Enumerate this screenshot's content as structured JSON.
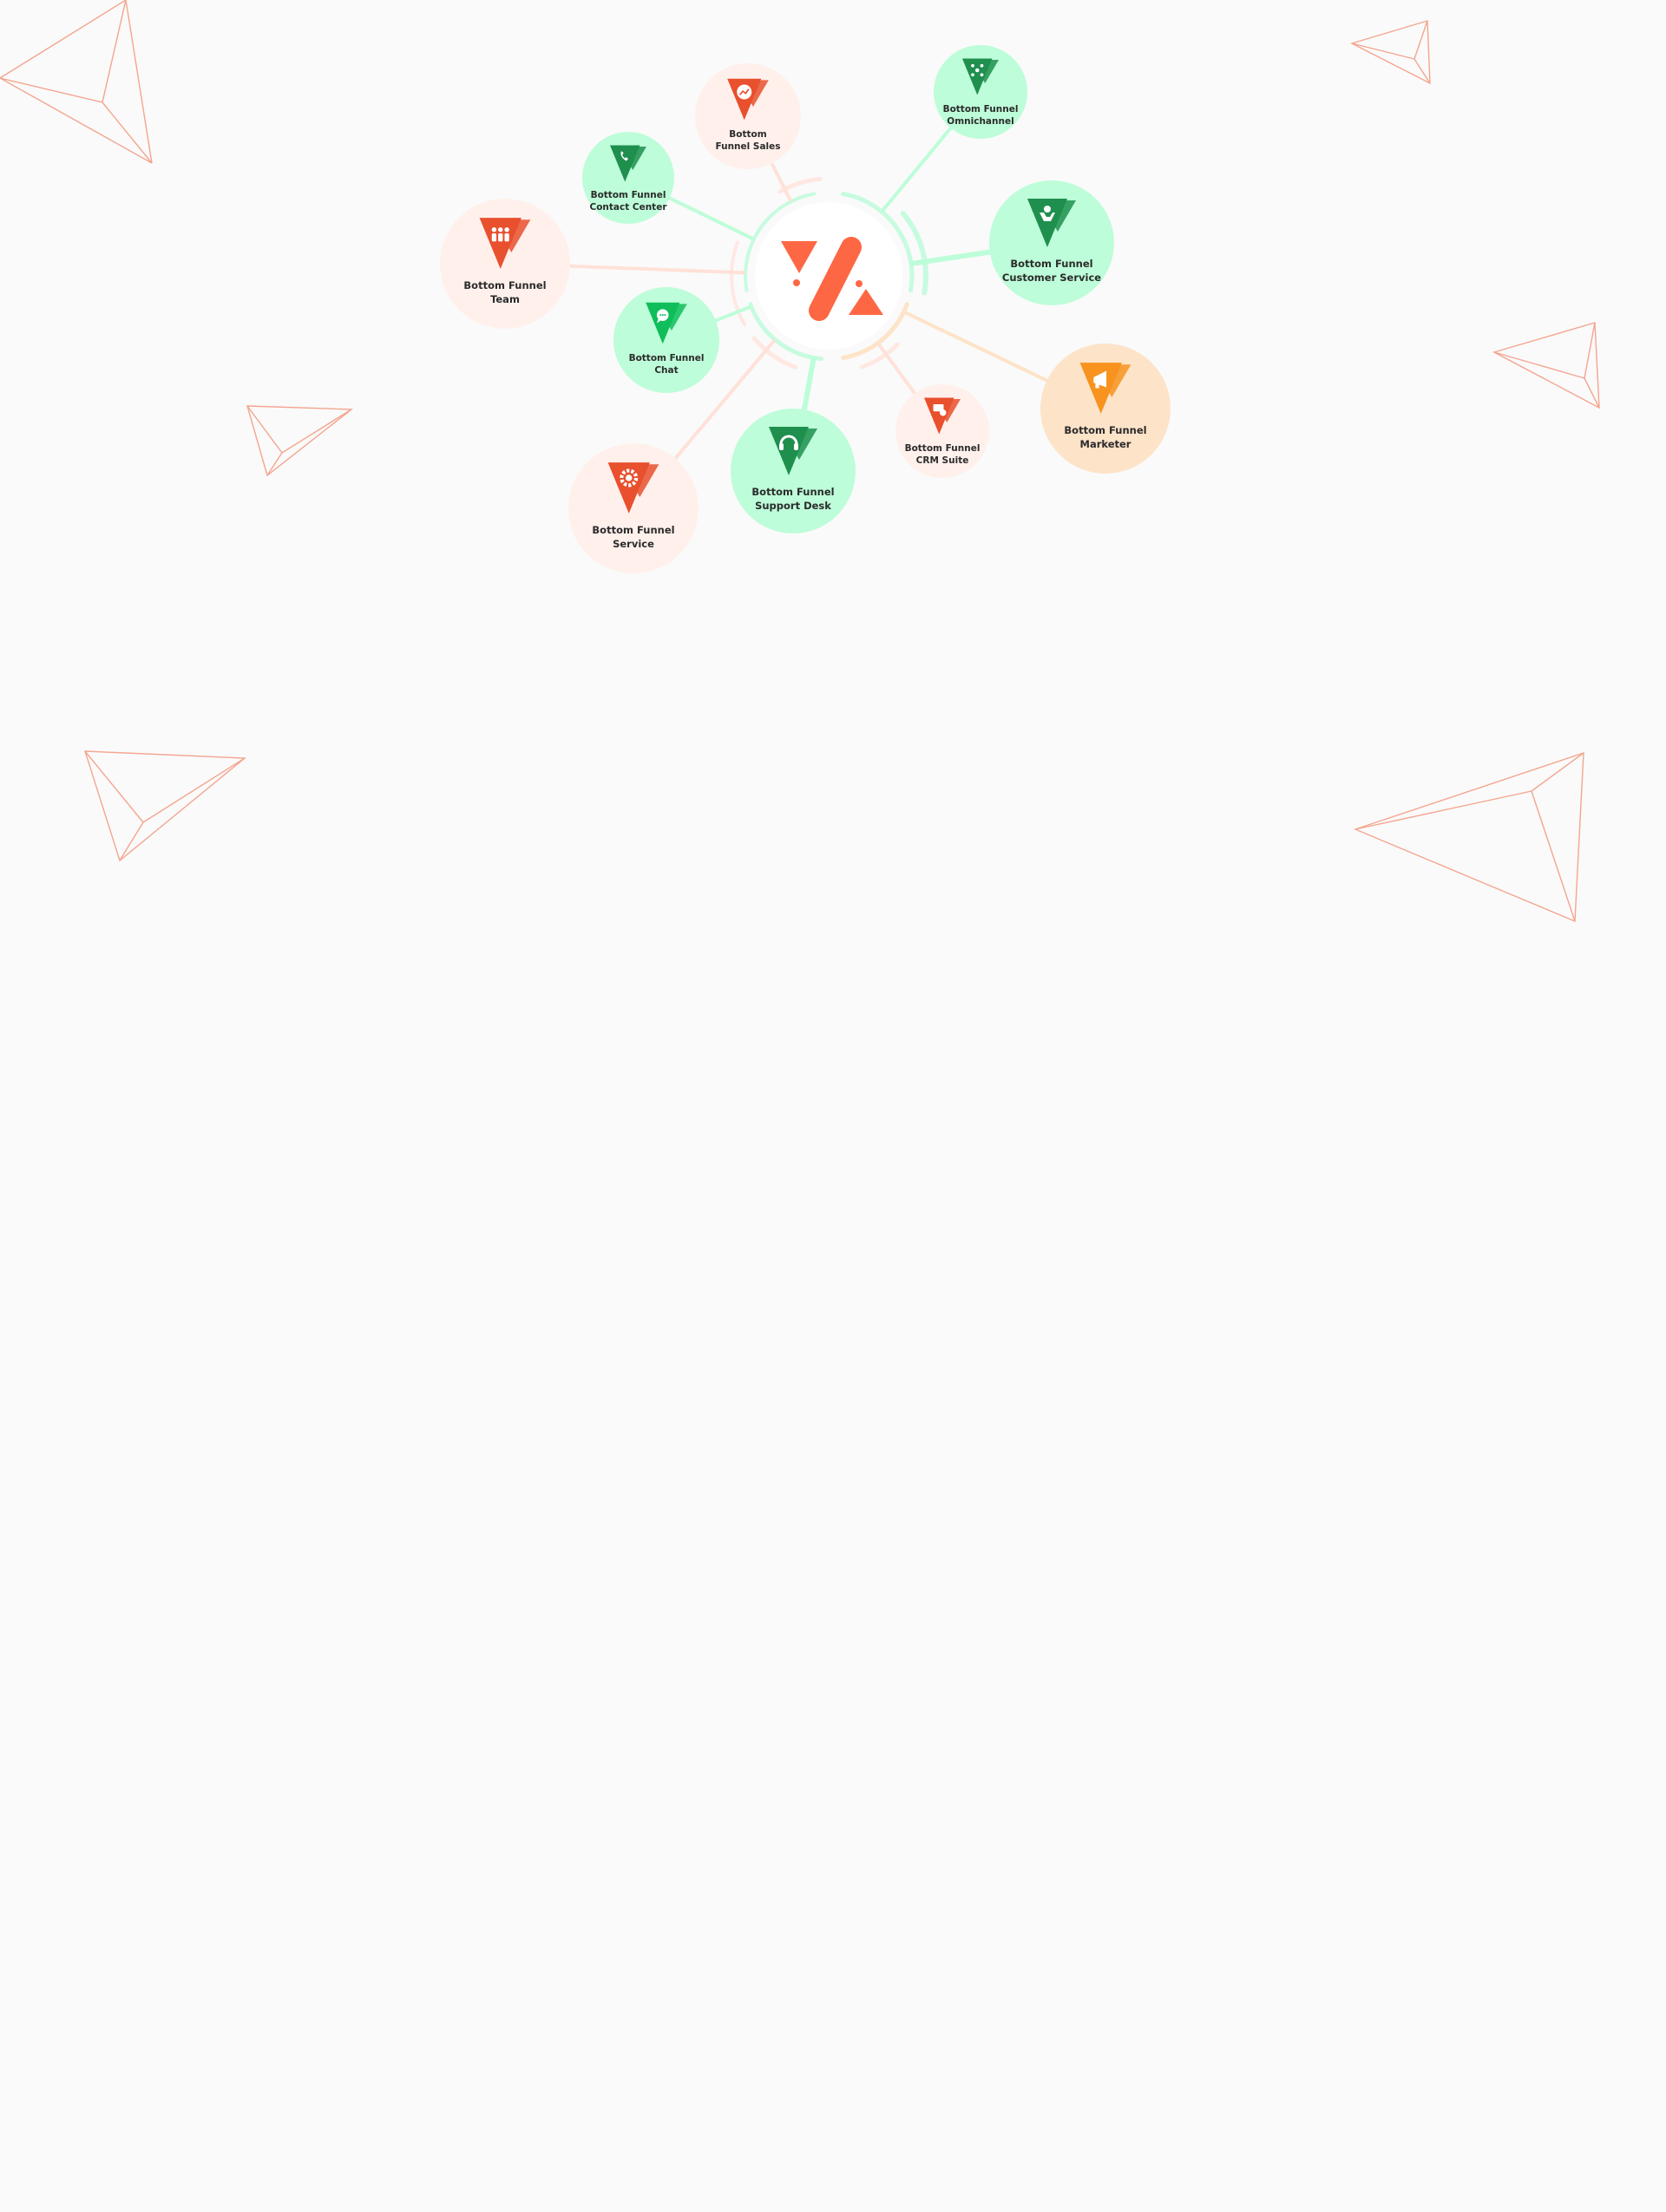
{
  "diagram": {
    "hub": {
      "name": "",
      "icon": "brand-logo-icon"
    },
    "colors": {
      "orange_dark": "#e8502e",
      "orange_light": "#fff0ec",
      "green_dark": "#1f8f4e",
      "green_bright": "#0fbd5a",
      "green_light": "#bdfdd9",
      "amber_dark": "#f7931e",
      "amber_light": "#fde3c8",
      "decor_line": "#f4a58f",
      "logo": "#fe6744"
    },
    "nodes": [
      {
        "id": "sales",
        "label_lines": [
          "Bottom",
          "Funnel Sales"
        ],
        "icon": "trend-chart-icon",
        "theme": "orange"
      },
      {
        "id": "omnichannel",
        "label_lines": [
          "Bottom Funnel",
          "Omnichannel"
        ],
        "icon": "network-nodes-icon",
        "theme": "green"
      },
      {
        "id": "contact-center",
        "label_lines": [
          "Bottom Funnel",
          "Contact Center"
        ],
        "icon": "phone-call-icon",
        "theme": "green"
      },
      {
        "id": "team",
        "label_lines": [
          "Bottom Funnel",
          "Team"
        ],
        "icon": "team-people-icon",
        "theme": "orange"
      },
      {
        "id": "customer-service",
        "label_lines": [
          "Bottom Funnel",
          "Customer Service"
        ],
        "icon": "hand-support-icon",
        "theme": "green"
      },
      {
        "id": "chat",
        "label_lines": [
          "Bottom Funnel",
          "Chat"
        ],
        "icon": "chat-bubble-icon",
        "theme": "green-bright"
      },
      {
        "id": "marketer",
        "label_lines": [
          "Bottom Funnel",
          "Marketer"
        ],
        "icon": "megaphone-icon",
        "theme": "amber"
      },
      {
        "id": "crm-suite",
        "label_lines": [
          "Bottom Funnel",
          "CRM Suite"
        ],
        "icon": "crm-dashboard-icon",
        "theme": "orange"
      },
      {
        "id": "support-desk",
        "label_lines": [
          "Bottom Funnel",
          "Support Desk"
        ],
        "icon": "headset-icon",
        "theme": "green"
      },
      {
        "id": "service",
        "label_lines": [
          "Bottom Funnel",
          "Service"
        ],
        "icon": "gear-icon",
        "theme": "orange"
      }
    ]
  }
}
